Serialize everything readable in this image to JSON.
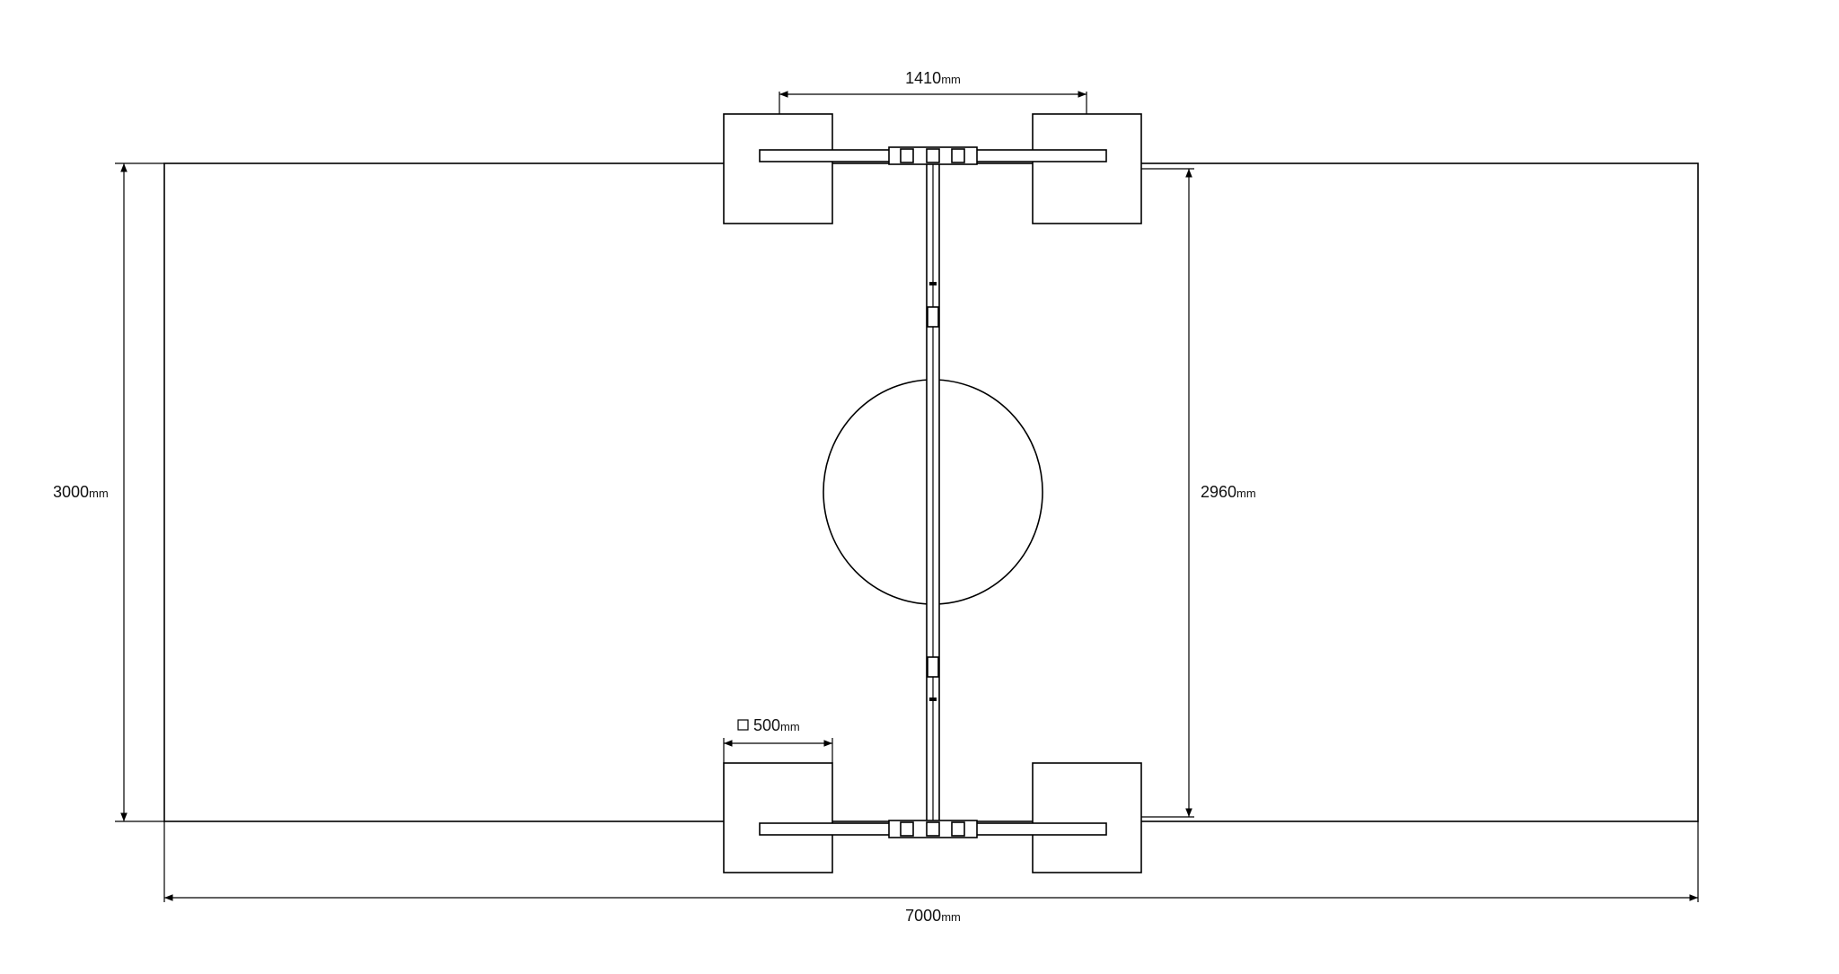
{
  "dimensions": {
    "top_span": {
      "value": "1410",
      "unit": "mm"
    },
    "left_height": {
      "value": "3000",
      "unit": "mm"
    },
    "right_height": {
      "value": "2960",
      "unit": "mm"
    },
    "footing": {
      "value": "500",
      "unit": "mm"
    },
    "total_width": {
      "value": "7000",
      "unit": "mm"
    }
  },
  "colors": {
    "line": "#000000",
    "background": "#ffffff"
  }
}
